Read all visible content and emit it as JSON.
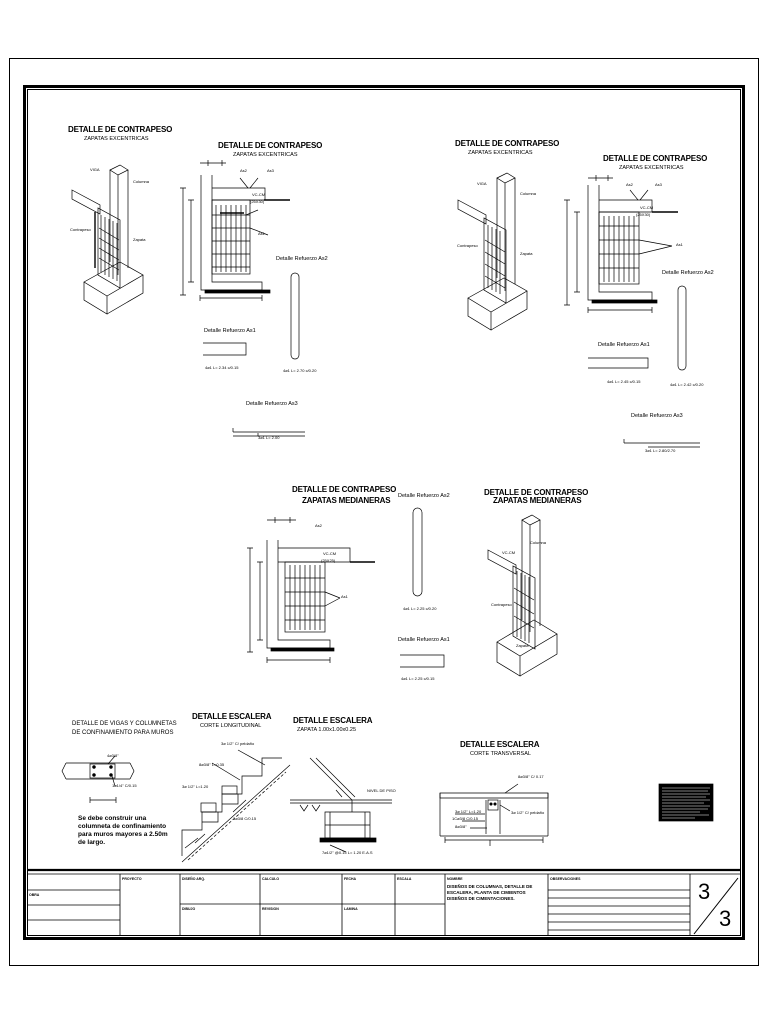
{
  "drawing": {
    "titles": {
      "t1": "DETALLE DE CONTRAPESO",
      "t1_sub": "ZAPATAS EXCENTRICAS",
      "t2": "DETALLE DE CONTRAPESO",
      "t2_sub": "ZAPATAS EXCENTRICAS",
      "t3": "DETALLE DE CONTRAPESO",
      "t3_sub": "ZAPATAS EXCENTRICAS",
      "t4": "DETALLE DE CONTRAPESO",
      "t4_sub": "ZAPATAS EXCENTRICAS",
      "t5": "DETALLE DE CONTRAPESO",
      "t5_sub": "ZAPATAS MEDIANERAS",
      "t6": "DETALLE DE CONTRAPESO",
      "t6_sub": "ZAPATAS MEDIANERAS",
      "vigas": "DETALLE DE VIGAS Y COLUMNETAS",
      "vigas_sub": "DE CONFINAMIENTO PARA MUROS",
      "esc1": "DETALLE ESCALERA",
      "esc1_sub": "CORTE LONGITUDINAL",
      "esc2": "DETALLE ESCALERA",
      "esc2_sub": "ZAPATA 1.00x1.00x0.25",
      "esc3": "DETALLE ESCALERA",
      "esc3_sub": "CORTE TRANSVERSAL"
    },
    "labels": {
      "refAs1_a": "Detalle Refuerzo As1",
      "refAs1_a_note": "4ø1 L= 2.34 c/0.15",
      "refAs2_a": "Detalle Refuerzo As2",
      "refAs2_a_note": "4ø1 L= 2.70 c/0.20",
      "refAs3_a": "Detalle Refuerzo As3",
      "refAs3_a_note": "3ø1 L= 2.00",
      "refAs2_b": "Detalle Refuerzo As2",
      "refAs2_b_note": "4ø1 L= 2.42 c/0.20",
      "refAs1_b": "Detalle Refuerzo As1",
      "refAs1_b_note": "4ø1 L= 2.45 c/0.15",
      "refAs3_b": "Detalle Refuerzo As3",
      "refAs3_b_note": "3ø1 L= 2.80/2.70",
      "refAs2_c": "Detalle Refuerzo As2",
      "refAs2_c_note": "4ø1 L= 2.25 c/0.20",
      "refAs1_c": "Detalle Refuerzo As1",
      "refAs1_c_note": "4ø1 L= 2.25 c/0.15",
      "viga": "VIGA",
      "columna": "Columna",
      "contrapeso": "Contrapeso",
      "zapata": "Zapata",
      "as1": "As1",
      "as2": "As2",
      "as3": "As3",
      "vc": "VC-CM",
      "vc_dim": "(25X30)",
      "vc_dim2": "(25X25)",
      "nivel_piso": "NIVEL DE PISO",
      "esc_a": "3ø 1/2\" C/ peldaño",
      "esc_b": "8ø3/8\" L=0.35",
      "esc_c": "3ø 1/2\" L=1.20",
      "esc_d": "1ø3/8 C/0.15",
      "esc_zap": "7ø1/2\" @0.15 L= 1.20 E.A.S",
      "esc_t1": "8ø3/8\" C/ 0.17",
      "esc_t2": "3ø 1/2\" L=1.20",
      "esc_t3": "1Cø3/8 C/0.15",
      "esc_t4": "8ø3/8\"",
      "esc_t5": "3ø 1/2\" C/ peldaño",
      "viga_d1": "4ø3/8\"",
      "viga_d2": "1ø1/4\" C/0.15",
      "wall_note": "Se debe construir una columneta de confinamiento para muros mayores a 2.50m de largo."
    }
  },
  "title_block": {
    "obra": "OBRA",
    "proyecto": "PROYECTO",
    "disenio": "DISEÑO ARQ.",
    "calculo": "CALCULO",
    "fecha": "FECHA",
    "escala": "ESCALA",
    "dibujo": "DIBUJO",
    "revision": "REVISION",
    "lamina": "LAMINA",
    "descripcion_label": "NOMBRE",
    "descripcion": "DISEÑOS DE COLUMNAS, DETALLE DE ESCALERA, PLANTA DE CIMIENTOS DISEÑOS DE CIMENTACIONES.",
    "observaciones": "OBSERVACIONES",
    "sheet_num": "3",
    "sheet_total": "3"
  },
  "colors": {
    "ink": "#000000",
    "paper": "#ffffff"
  }
}
